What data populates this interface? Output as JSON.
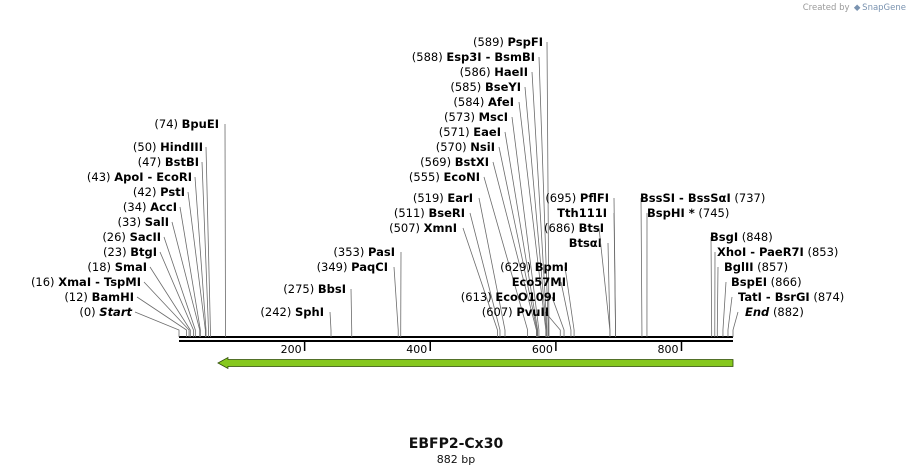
{
  "credit": {
    "prefix": "Created by",
    "brand": "SnapGene"
  },
  "title": "EBFP2-Cx30",
  "subtitle": "882 bp",
  "scale": {
    "length": 882,
    "ticks": [
      200,
      400,
      600,
      800
    ]
  },
  "feature": {
    "start": 62,
    "end": 882,
    "direction": "reverse",
    "color": "#86c81e"
  },
  "sites": [
    {
      "pos": "(0)",
      "name": "Start",
      "bp": 0,
      "italic": true
    },
    {
      "pos": "(12)",
      "name": "BamHI",
      "bp": 12
    },
    {
      "pos": "(16)",
      "name": "XmaI",
      "name2": "TspMI",
      "bp": 16
    },
    {
      "pos": "(18)",
      "name": "SmaI",
      "bp": 18
    },
    {
      "pos": "(23)",
      "name": "BtgI",
      "bp": 23
    },
    {
      "pos": "(26)",
      "name": "SacII",
      "bp": 26
    },
    {
      "pos": "(33)",
      "name": "SalI",
      "bp": 33
    },
    {
      "pos": "(34)",
      "name": "AccI",
      "bp": 34
    },
    {
      "pos": "(42)",
      "name": "PstI",
      "bp": 42
    },
    {
      "pos": "(43)",
      "name": "ApoI",
      "name2": "EcoRI",
      "bp": 43
    },
    {
      "pos": "(47)",
      "name": "BstBI",
      "bp": 47
    },
    {
      "pos": "(50)",
      "name": "HindIII",
      "bp": 50
    },
    {
      "pos": "(74)",
      "name": "BpuEI",
      "bp": 74
    },
    {
      "pos": "(242)",
      "name": "SphI",
      "bp": 242
    },
    {
      "pos": "(275)",
      "name": "BbsI",
      "bp": 275
    },
    {
      "pos": "(349)",
      "name": "PaqCI",
      "bp": 349
    },
    {
      "pos": "(353)",
      "name": "PasI",
      "bp": 353
    },
    {
      "pos": "(507)",
      "name": "XmnI",
      "bp": 507
    },
    {
      "pos": "(511)",
      "name": "BseRI",
      "bp": 511
    },
    {
      "pos": "(519)",
      "name": "EarI",
      "bp": 519
    },
    {
      "pos": "(555)",
      "name": "EcoNI",
      "bp": 555
    },
    {
      "pos": "(569)",
      "name": "BstXI",
      "bp": 569
    },
    {
      "pos": "(570)",
      "name": "NsiI",
      "bp": 570
    },
    {
      "pos": "(571)",
      "name": "EaeI",
      "bp": 571
    },
    {
      "pos": "(573)",
      "name": "MscI",
      "bp": 573
    },
    {
      "pos": "(584)",
      "name": "AfeI",
      "bp": 584
    },
    {
      "pos": "(585)",
      "name": "BseYI",
      "bp": 585
    },
    {
      "pos": "(586)",
      "name": "HaeII",
      "bp": 586
    },
    {
      "pos": "(588)",
      "name": "Esp3I",
      "name2": "BsmBI",
      "bp": 588
    },
    {
      "pos": "(589)",
      "name": "PspFI",
      "bp": 589
    },
    {
      "pos": "(607)",
      "name": "PvuII",
      "bp": 607
    },
    {
      "pos": "(613)",
      "name": "EcoO109I",
      "bp": 613
    },
    {
      "pos": "",
      "name": "Eco57MI",
      "bp": 624
    },
    {
      "pos": "(629)",
      "name": "BpmI",
      "bp": 629
    },
    {
      "pos": "",
      "name": "BtsαI",
      "bp": 686
    },
    {
      "pos": "(686)",
      "name": "BtsI",
      "bp": 686
    },
    {
      "pos": "",
      "name": "Tth111I",
      "bp": 695
    },
    {
      "pos": "(695)",
      "name": "PflFI",
      "bp": 695
    },
    {
      "pos": "(737)",
      "name": "BssSI",
      "name2": "BssSαI",
      "bp": 737
    },
    {
      "pos": "(745)",
      "name": "BspHI *",
      "bp": 745
    },
    {
      "pos": "(848)",
      "name": "BsgI",
      "bp": 848
    },
    {
      "pos": "(853)",
      "name": "XhoI",
      "name2": "PaeR7I",
      "bp": 853
    },
    {
      "pos": "(857)",
      "name": "BglII",
      "bp": 857
    },
    {
      "pos": "(866)",
      "name": "BspEI",
      "bp": 866
    },
    {
      "pos": "(874)",
      "name": "TatI",
      "name2": "BsrGI",
      "bp": 874
    },
    {
      "pos": "(882)",
      "name": "End",
      "bp": 882,
      "italic": true
    }
  ]
}
